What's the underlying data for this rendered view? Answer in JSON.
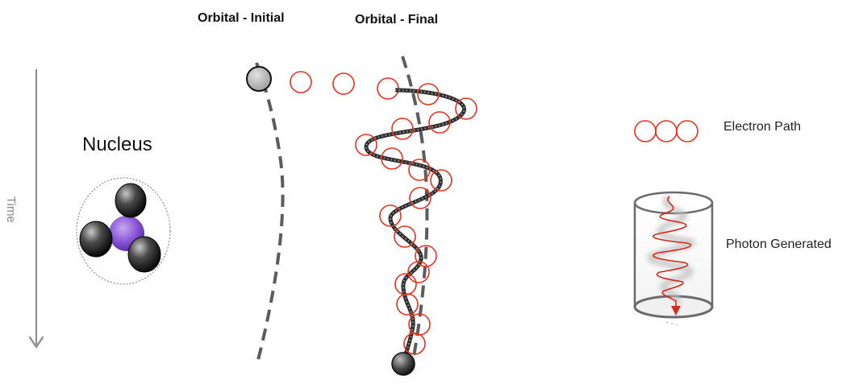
{
  "headers": {
    "initial": "Orbital - Initial",
    "final": "Orbital - Final"
  },
  "nucleus_label": "Nucleus",
  "time_label": "Time",
  "legend": {
    "electron_path": "Electron Path",
    "photon_generated": "Photon Generated"
  },
  "colors": {
    "electron_ring": "#e8321e",
    "photon_wave": "#d42a1e",
    "orbital_dash": "#5c5c5c",
    "proton": "#7a4fc2",
    "neutron": "#2a2a2a",
    "time_arrow": "#8a8a8a"
  }
}
